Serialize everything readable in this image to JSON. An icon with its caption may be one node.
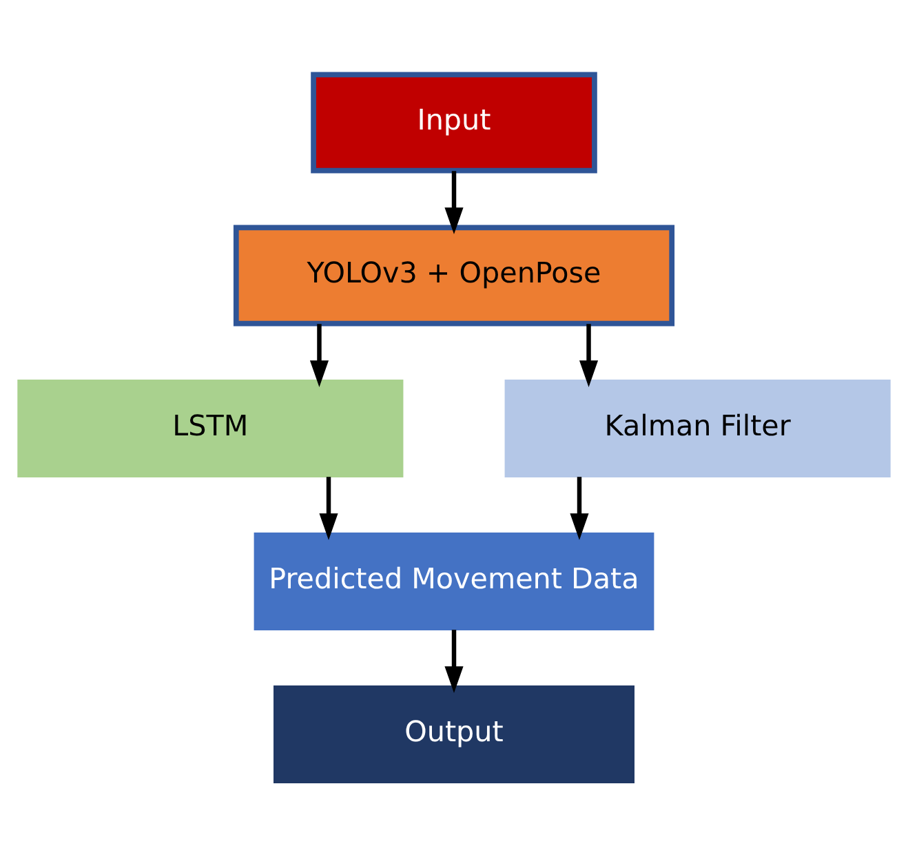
{
  "diagram": {
    "nodes": [
      {
        "text": [
          "Input"
        ]
      },
      {
        "text": [
          "YOLOv3 + OpenPose"
        ]
      },
      {
        "text": [
          "LSTM"
        ]
      },
      {
        "text": [
          "Kalman Filter"
        ]
      },
      {
        "text": [
          "Predicted Movement Data"
        ]
      },
      {
        "text": [
          "Output"
        ]
      }
    ],
    "edges": [
      {
        "from": 0,
        "to": 1,
        "arrow": "to"
      },
      {
        "from": 1,
        "to": 2,
        "arrow": "to"
      },
      {
        "from": 1,
        "to": 3,
        "arrow": "to"
      },
      {
        "from": 2,
        "to": 4,
        "arrow": "to"
      },
      {
        "from": 3,
        "to": 4,
        "arrow": "to"
      },
      {
        "from": 4,
        "to": 5,
        "arrow": "to"
      }
    ]
  }
}
